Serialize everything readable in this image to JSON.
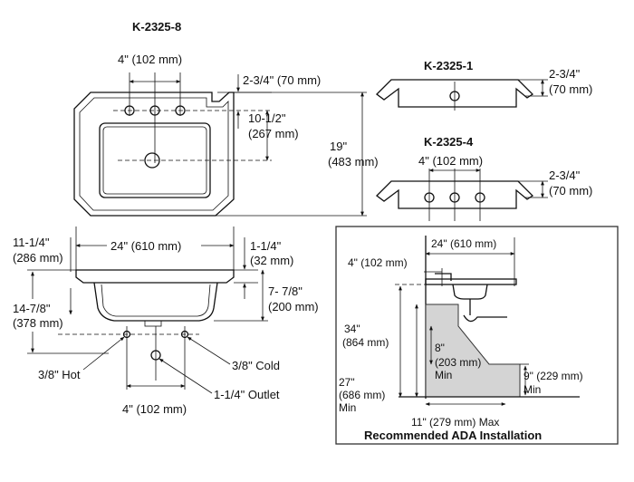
{
  "colors": {
    "ink": "#111111",
    "ada_fill": "#d4d4d4",
    "ada_border": "#333333"
  },
  "k8": {
    "title": "K-2325-8",
    "faucet_spread": "4\" (102 mm)",
    "deck_depth": "2-3/4\" (70 mm)",
    "basin_depth_in": "10-1/2\"",
    "basin_depth_mm": "(267 mm)",
    "overall_length_in": "19\"",
    "overall_length_mm": "(483 mm)"
  },
  "k1": {
    "title": "K-2325-1",
    "deck_in": "2-3/4\"",
    "deck_mm": "(70 mm)"
  },
  "k4": {
    "title": "K-2325-4",
    "spread": "4\" (102 mm)",
    "deck_in": "2-3/4\"",
    "deck_mm": "(70 mm)"
  },
  "side": {
    "depth_in": "11-1/4\"",
    "depth_mm": "(286 mm)",
    "width": "24\" (610 mm)",
    "rim_in": "1-1/4\"",
    "rim_mm": "(32 mm)",
    "bowl_in": "7- 7/8\"",
    "bowl_mm": "(200 mm)",
    "supply_in": "14-7/8\"",
    "supply_mm": "(378 mm)",
    "hot": "3/8\" Hot",
    "cold": "3/8\" Cold",
    "outlet": "1-1/4\" Outlet",
    "supply_spread": "4\" (102 mm)"
  },
  "ada": {
    "width": "24\" (610 mm)",
    "setback": "4\" (102 mm)",
    "rim_height_in": "34\"",
    "rim_height_mm": "(864 mm)",
    "knee_in": "8\"",
    "knee_mm": "(203 mm)",
    "knee_min": "Min",
    "clear_in": "27\"",
    "clear_mm": "(686 mm)",
    "clear_min": "Min",
    "toe_label": "9\" (229 mm)",
    "toe_min": "Min",
    "bottom": "11\" (279 mm) Max",
    "caption": "Recommended ADA Installation"
  }
}
